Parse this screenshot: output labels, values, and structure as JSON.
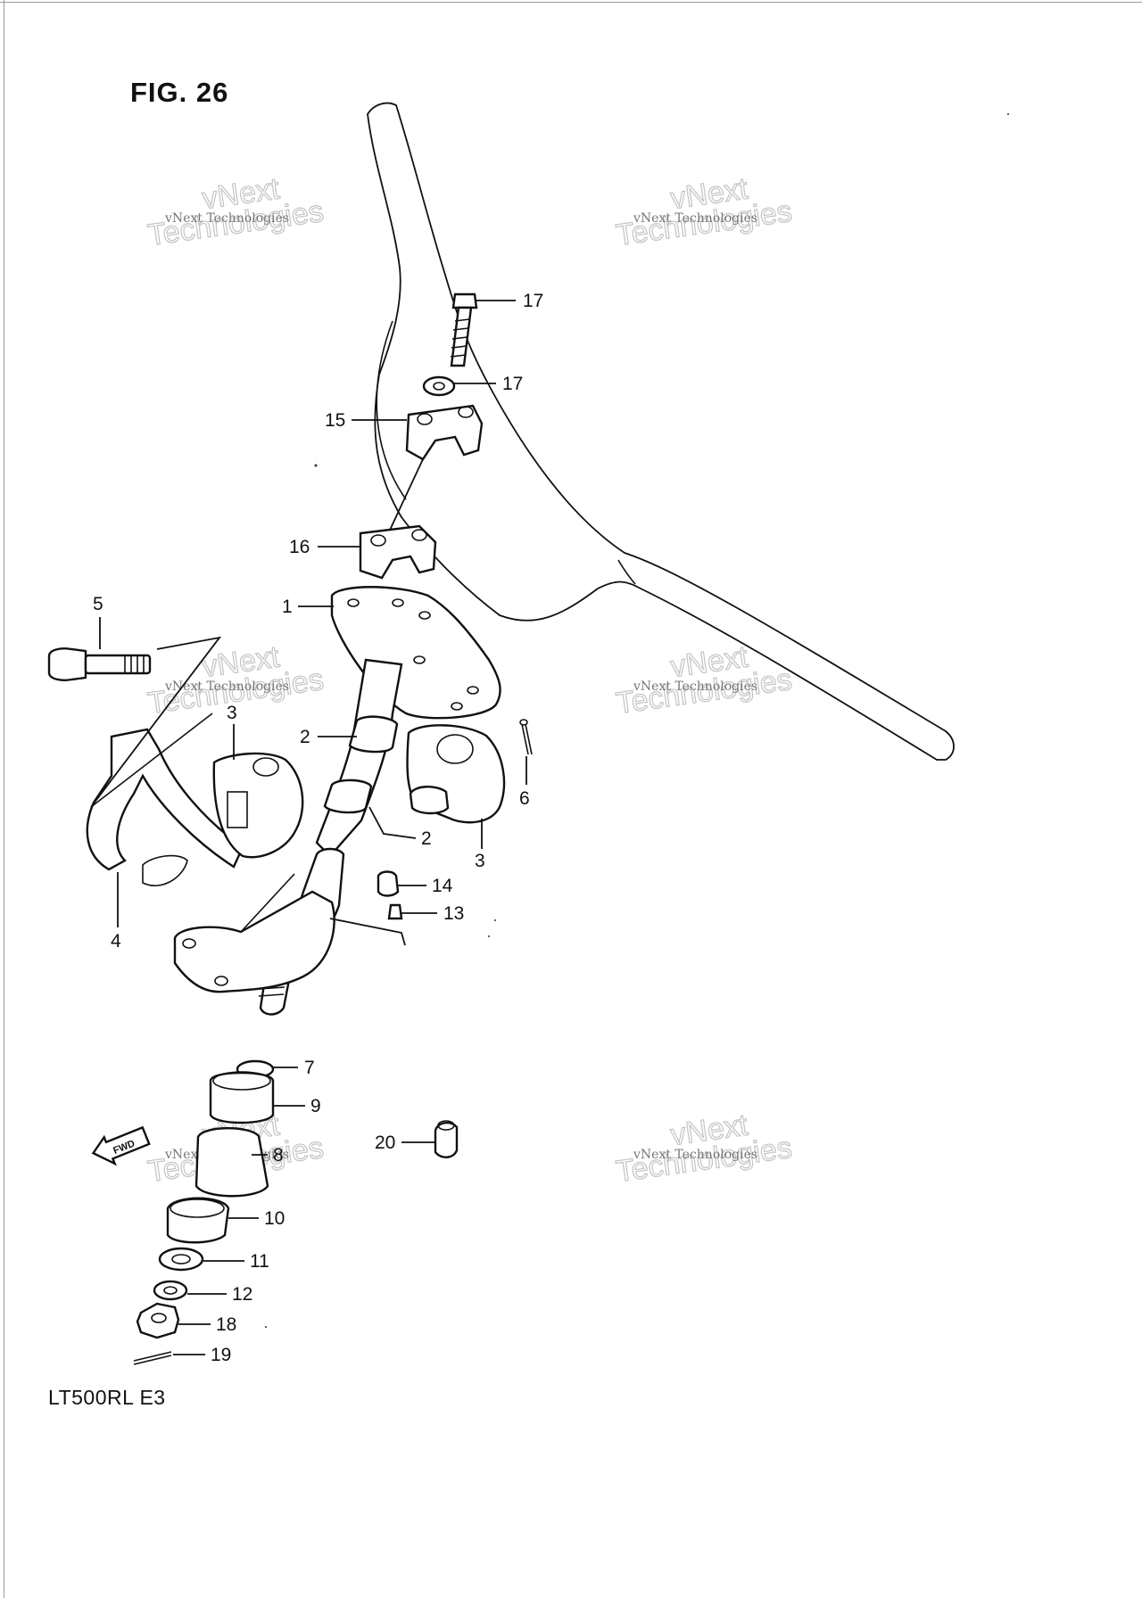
{
  "figure_title": "FIG. 26",
  "model_code": "LT500RL  E3",
  "fwd_arrow_text": "FWD",
  "watermarks": [
    {
      "line1": "vNext Technologies",
      "line2": "Technologies",
      "line3": "vNext"
    },
    {
      "line1": "vNext Technologies",
      "line2": "Technologies",
      "line3": "vNext"
    },
    {
      "line1": "vNext Technologies",
      "line2": "Technologies",
      "line3": "vNext"
    },
    {
      "line1": "vNext Technologies",
      "line2": "Technologies",
      "line3": "vNext"
    },
    {
      "line1": "vNext Technologies",
      "line2": "Technologies",
      "line3": "vNext"
    },
    {
      "line1": "vNext Technologies",
      "line2": "Technologies",
      "line3": "vNext"
    }
  ],
  "callouts": [
    {
      "id": "1",
      "text": "1"
    },
    {
      "id": "2a",
      "text": "2"
    },
    {
      "id": "2b",
      "text": "2"
    },
    {
      "id": "3a",
      "text": "3"
    },
    {
      "id": "3b",
      "text": "3"
    },
    {
      "id": "4",
      "text": "4"
    },
    {
      "id": "5",
      "text": "5"
    },
    {
      "id": "6",
      "text": "6"
    },
    {
      "id": "7",
      "text": "7"
    },
    {
      "id": "8",
      "text": "8"
    },
    {
      "id": "9",
      "text": "9"
    },
    {
      "id": "10",
      "text": "10"
    },
    {
      "id": "11",
      "text": "11"
    },
    {
      "id": "12",
      "text": "12"
    },
    {
      "id": "13",
      "text": "13"
    },
    {
      "id": "14",
      "text": "14"
    },
    {
      "id": "15",
      "text": "15"
    },
    {
      "id": "16",
      "text": "16"
    },
    {
      "id": "17a",
      "text": "17"
    },
    {
      "id": "17b",
      "text": "17"
    },
    {
      "id": "18",
      "text": "18"
    },
    {
      "id": "19",
      "text": "19"
    },
    {
      "id": "20",
      "text": "20"
    }
  ]
}
